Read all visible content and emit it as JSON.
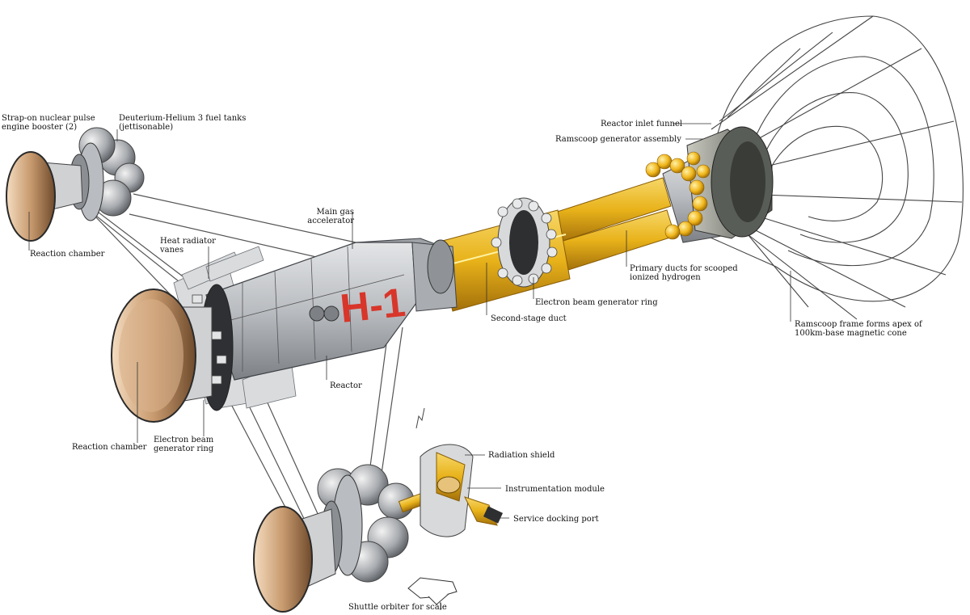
{
  "emblem": "H-1",
  "labels": {
    "strap_on": [
      "Strap-on nuclear pulse",
      "engine booster (2)"
    ],
    "fuel_tanks": [
      "Deuterium-Helium 3 fuel tanks",
      "(jettisonable)"
    ],
    "reaction_chamber_top": "Reaction chamber",
    "heat_radiator": [
      "Heat radiator",
      "vanes"
    ],
    "main_gas": [
      "Main gas",
      "accelerator"
    ],
    "reactor": "Reactor",
    "reaction_chamber_main": "Reaction chamber",
    "electron_beam_rear": [
      "Electron beam",
      "generator ring"
    ],
    "second_stage": "Second-stage duct",
    "electron_beam_ring": "Electron beam generator ring",
    "primary_ducts": [
      "Primary ducts for scooped",
      "ionized hydrogen"
    ],
    "reactor_inlet": "Reactor inlet funnel",
    "ramscoop_gen": "Ramscoop generator assembly",
    "ramscoop_frame": [
      "Ramscoop frame forms apex of",
      "100km-base magnetic cone"
    ],
    "radiation_shield": "Radiation shield",
    "instrumentation": "Instrumentation module",
    "service_port": "Service docking port",
    "shuttle": "Shuttle orbiter for scale"
  },
  "colors": {
    "hull": "#b9bcc0",
    "hull_dark": "#6d7176",
    "duct": "#e8b21a",
    "duct_light": "#f7d768",
    "nozzle": "#c89a6e",
    "accent_red": "#d8362a",
    "mesh": "#444444",
    "leader": "#333333"
  }
}
